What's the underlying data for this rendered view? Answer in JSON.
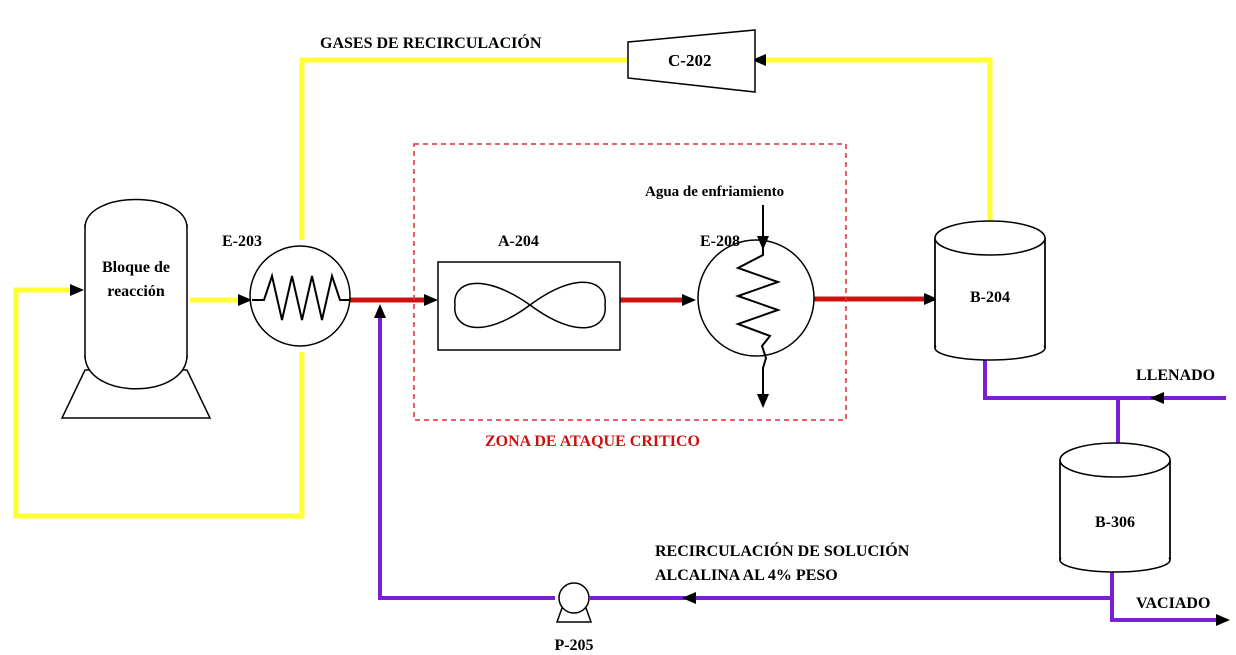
{
  "labels": {
    "gases": "GASES DE RECIRCULACIÓN",
    "compressor": "C-202",
    "reactor_line1": "Bloque de",
    "reactor_line2": "reacción",
    "exchanger_e203": "E-203",
    "absorber": "A-204",
    "exchanger_e208": "E-208",
    "cooling_water": "Agua de enfriamiento",
    "zone": "ZONA DE ATAQUE CRITICO",
    "tank_b204": "B-204",
    "llenado": "LLENADO",
    "tank_b306": "B-306",
    "recirc_line1": "RECIRCULACIÓN DE SOLUCIÓN",
    "recirc_line2": "ALCALINA AL 4% PESO",
    "pump": "P-205",
    "vaciado": "VACIADO"
  },
  "colors": {
    "gas_line": "#ffff33",
    "process_line": "#cc1111",
    "solution_line": "#7a1fd6",
    "zone_border": "#e03030",
    "zone_text": "#cc1111",
    "equipment": "#000000"
  }
}
